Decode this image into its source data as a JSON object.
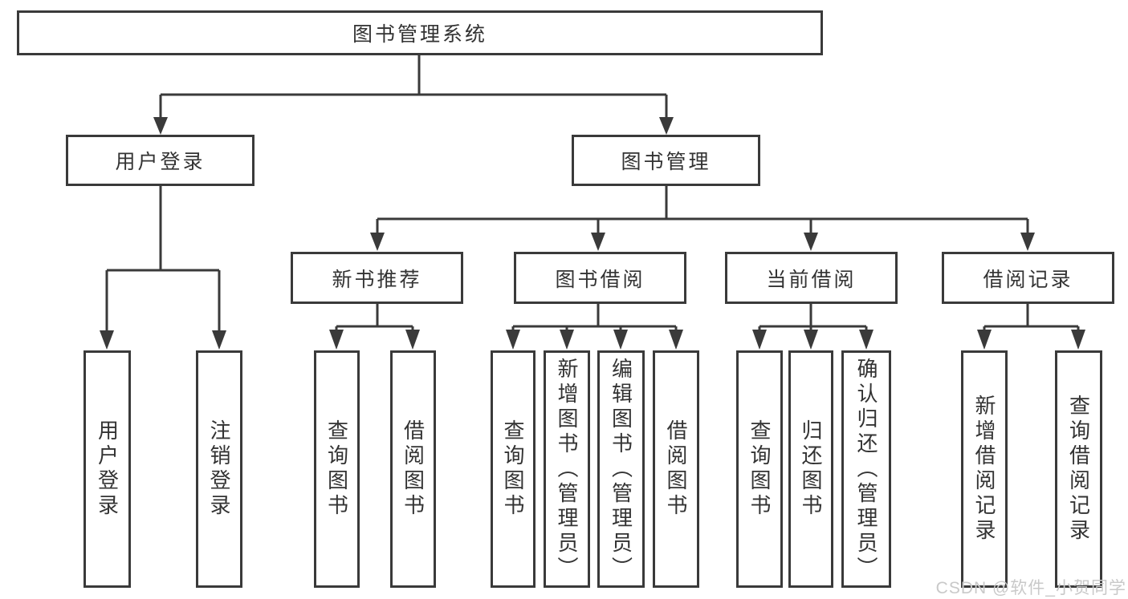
{
  "colors": {
    "line": "#3a3a3a",
    "text": "#333333",
    "watermark": "#c9c9c9",
    "background": "#ffffff"
  },
  "watermark": {
    "text": "CSDN @软件_小贺同学"
  },
  "tree": {
    "label": "图书管理系统",
    "children": [
      {
        "label": "用户登录",
        "children": [
          {
            "label": "用户登录"
          },
          {
            "label": "注销登录"
          }
        ]
      },
      {
        "label": "图书管理",
        "children": [
          {
            "label": "新书推荐",
            "children": [
              {
                "label": "查询图书"
              },
              {
                "label": "借阅图书"
              }
            ]
          },
          {
            "label": "图书借阅",
            "children": [
              {
                "label": "查询图书"
              },
              {
                "label": "新增图书（管理员）"
              },
              {
                "label": "编辑图书（管理员）"
              },
              {
                "label": "借阅图书"
              }
            ]
          },
          {
            "label": "当前借阅",
            "children": [
              {
                "label": "查询图书"
              },
              {
                "label": "归还图书"
              },
              {
                "label": "确认归还（管理员）"
              }
            ]
          },
          {
            "label": "借阅记录",
            "children": [
              {
                "label": "新增借阅记录"
              },
              {
                "label": "查询借阅记录"
              }
            ]
          }
        ]
      }
    ]
  }
}
